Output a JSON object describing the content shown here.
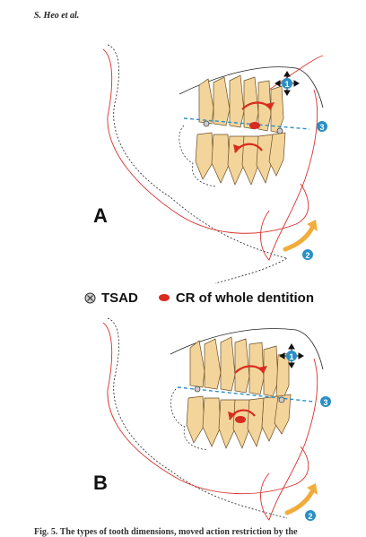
{
  "header": {
    "author": "S. Heo et al."
  },
  "panels": [
    {
      "letter": "A",
      "callouts": [
        "1",
        "2",
        "3"
      ]
    },
    {
      "letter": "B",
      "callouts": [
        "1",
        "2",
        "3"
      ]
    }
  ],
  "legend": {
    "tsad_label": "TSAD",
    "cr_label": "CR of whole dentition"
  },
  "colors": {
    "accent_blue": "#2a8fc4",
    "cr_red": "#d92b1f",
    "tooth_fill": "#f3d59c",
    "arrow_orange": "#f0ad3c",
    "outline_red": "#d8302a"
  },
  "caption": "Fig. 5. The types of tooth dimensions, moved action restriction by the"
}
